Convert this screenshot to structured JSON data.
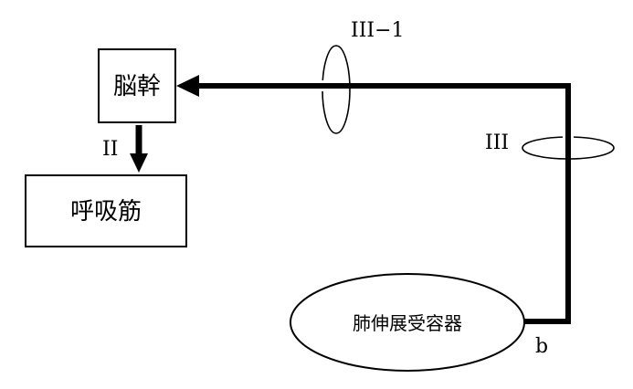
{
  "nodes": {
    "brainstem": "脳幹",
    "respiratory_muscles": "呼吸筋",
    "stretch_receptor": "肺伸展受容器"
  },
  "labels": {
    "pathway_ii": "II",
    "pathway_iii": "III",
    "pathway_iii_1": "III−1",
    "point_b": "b"
  },
  "colors": {
    "stroke": "#000000",
    "background": "#ffffff"
  }
}
